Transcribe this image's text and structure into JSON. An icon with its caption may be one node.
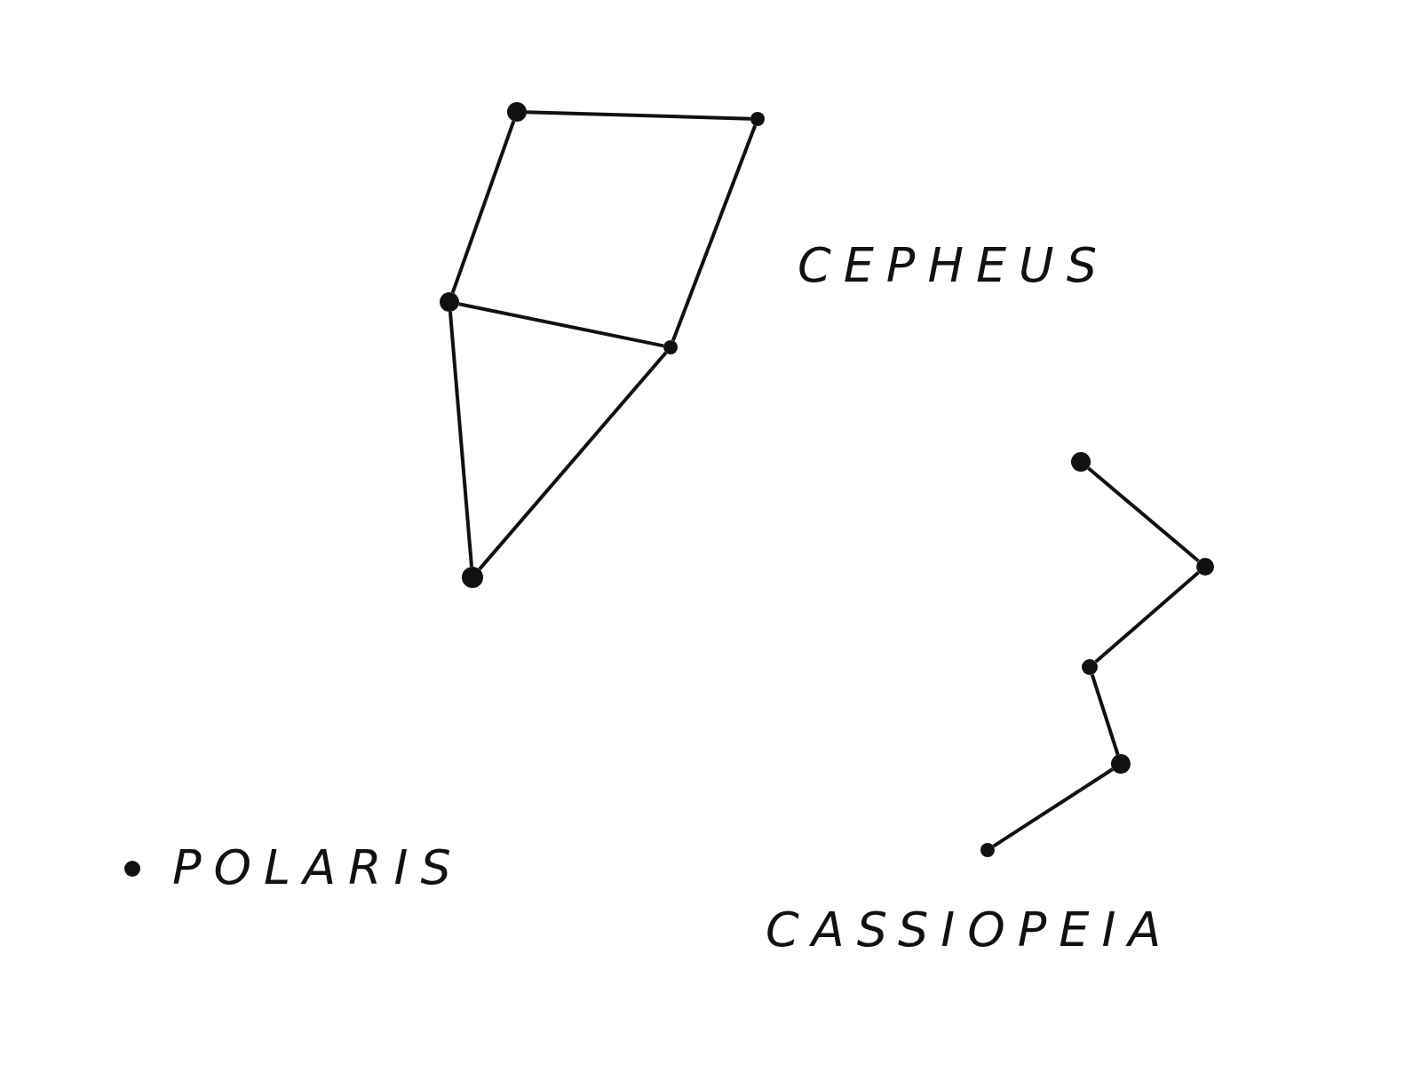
{
  "diagram": {
    "nodes": [
      {
        "text": [],
        "shape": "circle"
      },
      {
        "text": [],
        "shape": "circle"
      },
      {
        "text": [],
        "shape": "circle"
      },
      {
        "text": [],
        "shape": "circle"
      },
      {
        "text": [],
        "shape": "circle"
      },
      {
        "text": [],
        "shape": "circle"
      },
      {
        "text": [],
        "shape": "circle"
      },
      {
        "text": [],
        "shape": "circle"
      },
      {
        "text": [],
        "shape": "circle"
      },
      {
        "text": [],
        "shape": "circle"
      },
      {
        "text": [],
        "shape": "circle",
        "beside": [
          "POLARIS"
        ]
      }
    ],
    "edges": [
      {
        "from": 0,
        "to": 1,
        "arrow": "none"
      },
      {
        "from": 0,
        "to": 2,
        "arrow": "none"
      },
      {
        "from": 1,
        "to": 3,
        "arrow": "none"
      },
      {
        "from": 2,
        "to": 3,
        "arrow": "none"
      },
      {
        "from": 2,
        "to": 4,
        "arrow": "none"
      },
      {
        "from": 3,
        "to": 4,
        "arrow": "none"
      },
      {
        "from": 5,
        "to": 6,
        "arrow": "none"
      },
      {
        "from": 6,
        "to": 7,
        "arrow": "none"
      },
      {
        "from": 7,
        "to": 8,
        "arrow": "none"
      },
      {
        "from": 8,
        "to": 9,
        "arrow": "none"
      }
    ],
    "labels": [
      "CEPHEUS",
      "CASSIOPEIA"
    ]
  }
}
